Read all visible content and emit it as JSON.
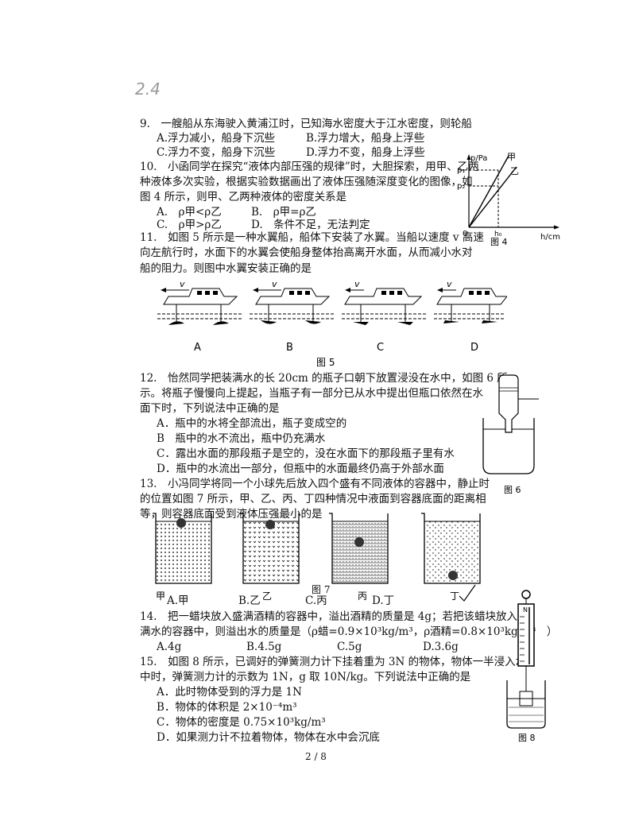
{
  "handwritten_mark": "2.4",
  "q9": {
    "stem": "9.　一艘船从东海驶入黄浦江时，已知海水密度大于江水密度，则轮船",
    "options": [
      "A.浮力减小，船身下沉些",
      "B.浮力增大，船身上浮些",
      "C.浮力不变，船身下沉些",
      "D.浮力不变，船身上浮些"
    ]
  },
  "q10": {
    "lines": [
      "10.　小函同学在探究“液体内部压强的规律”时，大胆探索，用甲、乙两",
      "种液体多次实验，根据实验数据画出了液体压强随深度变化的图像，如",
      "图 4 所示，则甲、乙两种液体的密度关系是"
    ],
    "options": [
      "A.　ρ甲<ρ乙",
      "B.　ρ甲=ρ乙",
      "C.　ρ甲>ρ乙",
      "D.　条件不足，无法判定"
    ]
  },
  "fig4": {
    "ylabel": "p/Pa",
    "xlabel": "h/cm",
    "line1": "甲",
    "line2": "乙",
    "p1": "p₁",
    "p2": "p₂",
    "h0": "h₀",
    "origin": "0",
    "caption": "图 4"
  },
  "q11": {
    "lines": [
      "11.　如图 5 所示是一种水翼船，船体下安装了水翼。当船以速度 v 高速",
      "向左航行时，水面下的水翼会使船身整体抬高离开水面，从而减小水对",
      "船的阻力。则图中水翼安装正确的是"
    ],
    "labels": [
      "A",
      "B",
      "C",
      "D"
    ],
    "v": "v",
    "caption": "图 5"
  },
  "q12": {
    "lines": [
      "12.　怡然同学把装满水的长 20cm 的瓶子口朝下放置浸没在水中，如图 6 所",
      "示。将瓶子慢慢向上提起，当瓶子有一部分已从水中提出但瓶口依然在水",
      "面下时，下列说法中正确的是"
    ],
    "options": [
      "A．瓶中的水将全部流出，瓶子变成空的",
      "B　瓶中的水不流出，瓶中仍充满水",
      "C．露出水面的那段瓶子是空的，没在水面下的那段瓶子里有水",
      "D．瓶中的水流出一部分，但瓶中的水面最终仍高于外部水面"
    ],
    "caption": "图 6"
  },
  "q13": {
    "lines": [
      "13.　小冯同学将同一个小球先后放入四个盛有不同液体的容器中，静止时",
      "的位置如图 7 所示，甲、乙、丙、丁四种情况中液面到容器底面的距离相",
      "等，则容器底面受到液体压强最小的是"
    ],
    "labels": [
      "甲",
      "乙",
      "丙",
      "丁"
    ],
    "caption": "图 7",
    "options": [
      "A.甲",
      "B.乙",
      "C.丙",
      "D.丁"
    ]
  },
  "q14": {
    "lines": [
      "14.　把一蜡块放入盛满酒精的容器中，溢出酒精的质量是 4g；若把该蜡块放入盛",
      "满水的容器中，则溢出水的质量是（ρ蜡=0.9×10³kg/m³，ρ酒精=0.8×10³kg/m³　）"
    ],
    "options": [
      "A.4g",
      "B.4.5g",
      "C.5g",
      "D.3.6g"
    ]
  },
  "q15": {
    "lines": [
      "15.　如图 8 所示，已调好的弹簧测力计下挂着重为 3N 的物体，物体一半浸入水",
      "中时，弹簧测力计的示数为 1N，g 取 10N/kg。下列说法中正确的是"
    ],
    "options": [
      "A．此时物体受到的浮力是 1N",
      "B．物体的体积是 2×10⁻⁴m³",
      "C．物体的密度是 0.75×10³kg/m³",
      "D．如果测力计不拉着物体，物体在水中会沉底"
    ],
    "caption": "图 8",
    "scale_top": "N"
  },
  "page_number": "2 / 8"
}
